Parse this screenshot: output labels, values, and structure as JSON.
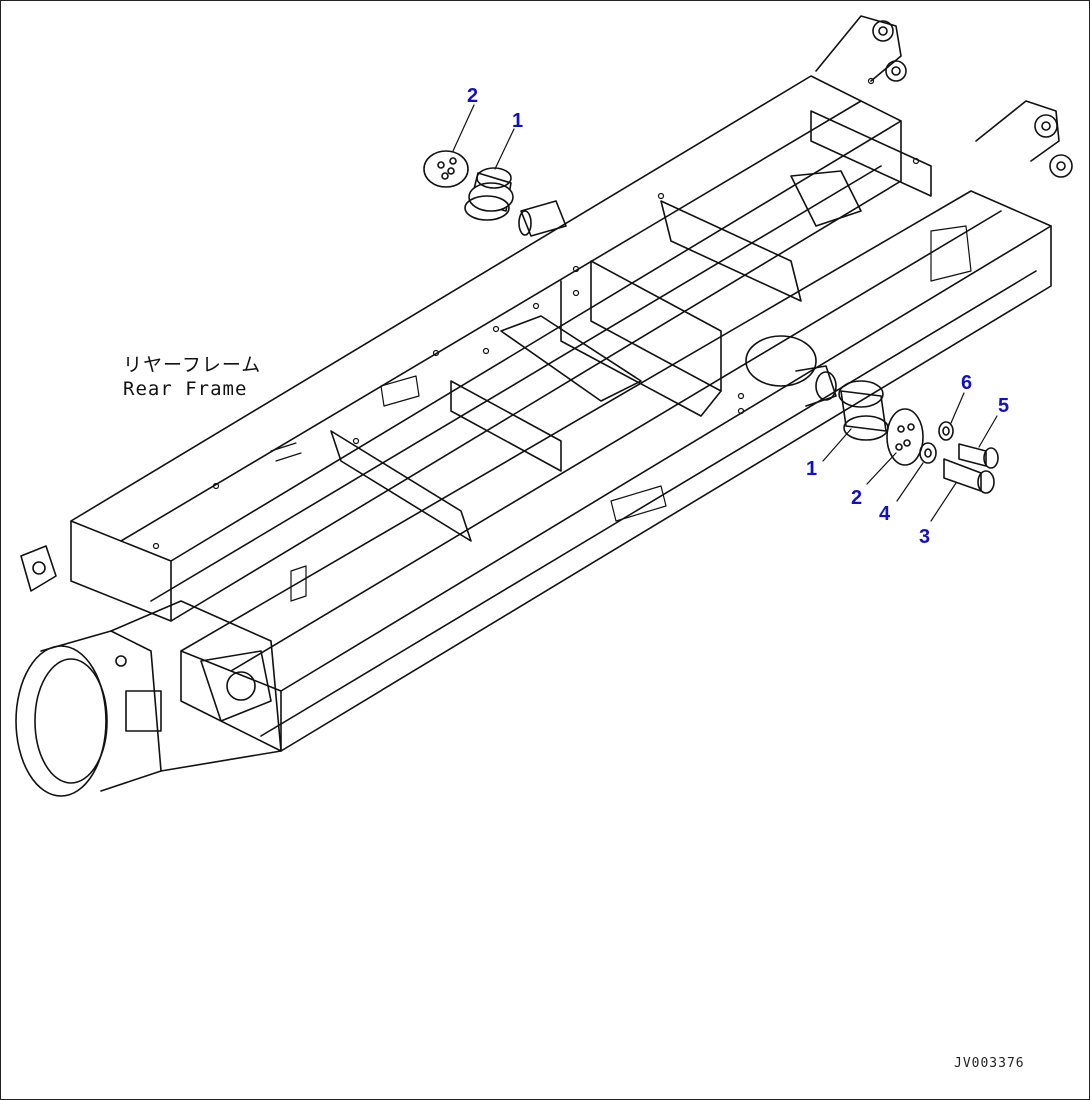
{
  "labels": {
    "frame_name_jp": "リヤーフレーム",
    "frame_name_en": "Rear Frame",
    "drawing_id": "JV003376"
  },
  "colors": {
    "callout": "#1010c8",
    "line": "#111111"
  },
  "callouts": {
    "top_2": "2",
    "top_1": "1",
    "right_1": "1",
    "right_2": "2",
    "right_4": "4",
    "right_3": "3",
    "right_6": "6",
    "right_5": "5"
  }
}
